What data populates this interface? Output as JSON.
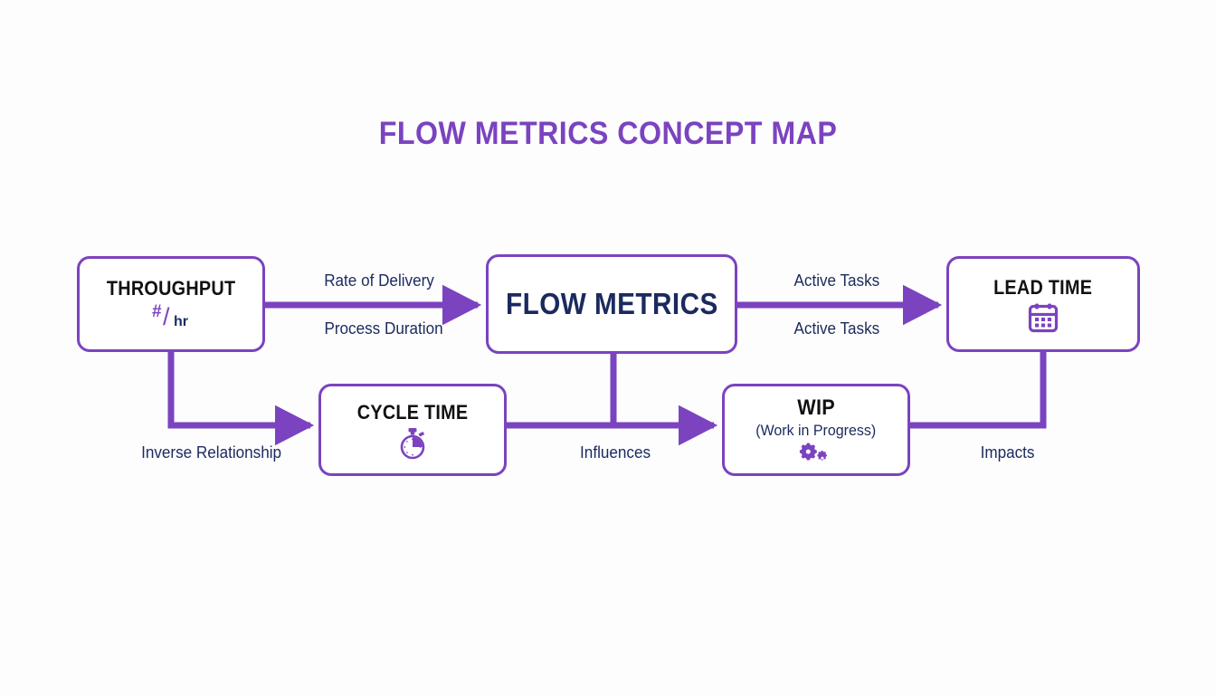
{
  "diagram": {
    "title": "FLOW METRICS CONCEPT MAP",
    "accent_color": "#7b43bf",
    "text_color": "#1b2a5e",
    "heading_color": "#111111",
    "background": "#fdfdfe"
  },
  "nodes": [
    {
      "id": "throughput",
      "title": "THROUGHPUT",
      "icon": "rate-per-hour-icon",
      "numerator": "#",
      "slash": "/",
      "denominator": "hr"
    },
    {
      "id": "flow_metrics",
      "title": "FLOW METRICS",
      "icon": ""
    },
    {
      "id": "lead_time",
      "title": "LEAD TIME",
      "icon": "calendar-icon"
    },
    {
      "id": "cycle_time",
      "title": "CYCLE TIME",
      "icon": "stopwatch-icon"
    },
    {
      "id": "wip",
      "title": "WIP",
      "subtitle": "(Work in Progress)",
      "icon": "gears-icon"
    }
  ],
  "edges": [
    {
      "id": "rate_of_delivery",
      "label": "Rate of Delivery",
      "from": "throughput",
      "to": "flow_metrics",
      "arrow": true
    },
    {
      "id": "process_duration",
      "label": "Process Duration",
      "from": "throughput",
      "to": "flow_metrics",
      "arrow": true
    },
    {
      "id": "active_tasks_top",
      "label": "Active Tasks",
      "from": "flow_metrics",
      "to": "lead_time",
      "arrow": true
    },
    {
      "id": "active_tasks_bottom",
      "label": "Active Tasks",
      "from": "flow_metrics",
      "to": "lead_time",
      "arrow": true
    },
    {
      "id": "inverse_relationship",
      "label": "Inverse Relationship",
      "from": "throughput",
      "to": "cycle_time",
      "arrow": true
    },
    {
      "id": "influences",
      "label": "Influences",
      "from": "cycle_time",
      "to": "wip",
      "arrow": true
    },
    {
      "id": "impacts",
      "label": "Impacts",
      "from": "wip",
      "to": "lead_time",
      "arrow": false
    }
  ]
}
